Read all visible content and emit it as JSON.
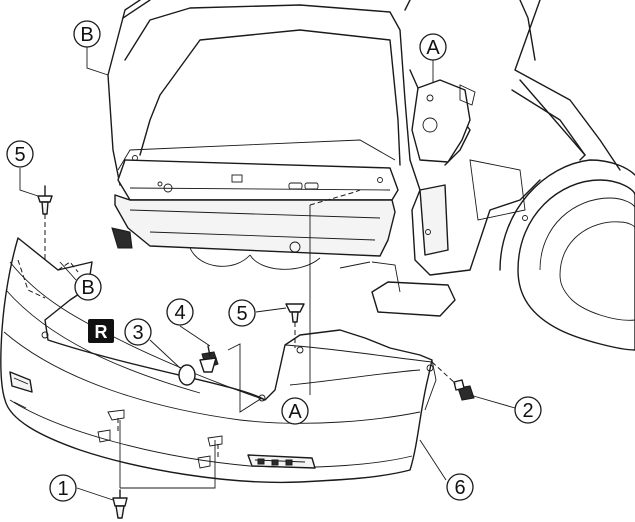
{
  "callouts": {
    "b_top": "B",
    "a_top": "A",
    "five_left": "5",
    "b_mid": "B",
    "four": "4",
    "five_mid": "5",
    "three": "3",
    "a_bottom": "A",
    "two": "2",
    "one": "1",
    "six": "6"
  },
  "reuse_badge": "R"
}
